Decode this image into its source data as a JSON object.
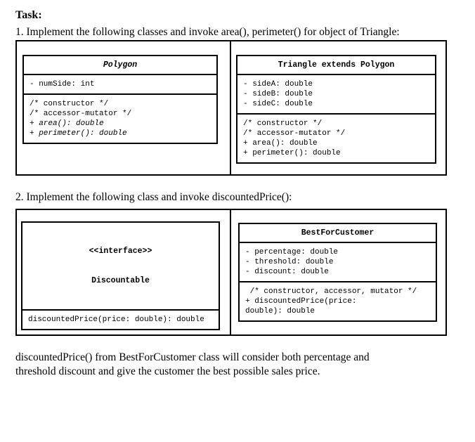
{
  "header": {
    "task_label": "Task:",
    "item1": "1. Implement the following classes and invoke area(), perimeter() for object of Triangle:",
    "item2": "2. Implement the following class and invoke discountedPrice():"
  },
  "polygon": {
    "title": "Polygon",
    "attrs": [
      "- numSide: int"
    ],
    "methods": [
      "/* constructor */",
      "/* accessor-mutator */",
      "+ area(): double",
      "+ perimeter(): double"
    ]
  },
  "triangle": {
    "title": "Triangle extends Polygon",
    "attrs": [
      "- sideA: double",
      "- sideB: double",
      "- sideC: double"
    ],
    "methods": [
      "/* constructor */",
      "/* accessor-mutator */",
      "+ area(): double",
      "+ perimeter(): double"
    ]
  },
  "discountable": {
    "stereotype": "<<interface>>",
    "name": "Discountable",
    "operation": "discountedPrice(price: double): double"
  },
  "best_for_customer": {
    "title": "BestForCustomer",
    "attrs": [
      "- percentage: double",
      "- threshold: double",
      "- discount: double"
    ],
    "methods": [
      " /* constructor, accessor, mutator */",
      "+ discountedPrice(price:",
      "double): double"
    ]
  },
  "footer": {
    "line1": "discountedPrice() from BestForCustomer class will consider both percentage and",
    "line2": "threshold discount and give the customer the best possible sales price."
  }
}
